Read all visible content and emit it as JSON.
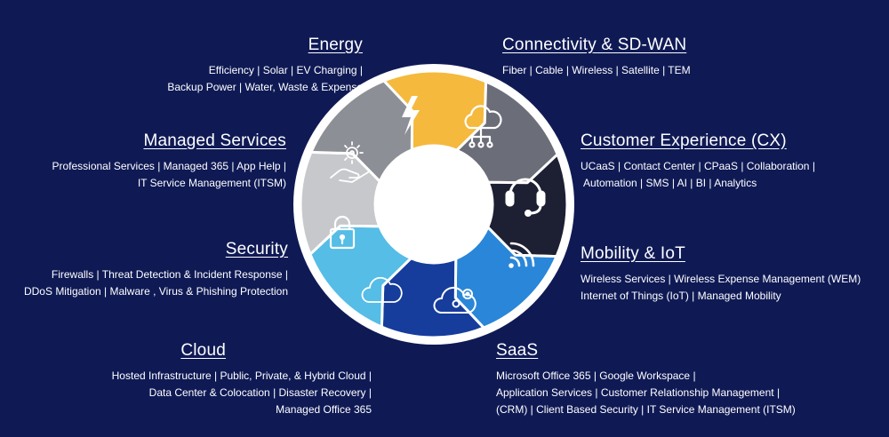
{
  "categories": {
    "energy": {
      "title": "Energy",
      "lines": [
        "Efficiency   |   Solar   |   EV Charging   |",
        "Backup Power   |   Water, Waste & Expense"
      ]
    },
    "connectivity": {
      "title": "Connectivity &  SD-WAN",
      "lines": [
        "Fiber   |   Cable   |   Wireless   |   Satellite   |  TEM"
      ]
    },
    "managed": {
      "title": "Managed Services",
      "lines": [
        "Professional Services   |   Managed 365   |   App Help   |",
        "IT Service Management (ITSM)"
      ]
    },
    "cx": {
      "title": "Customer Experience (CX)",
      "lines": [
        "UCaaS   |  Contact Center   |   CPaaS   | Collaboration   |",
        "Automation  | SMS   |   AI  | BI  | Analytics"
      ]
    },
    "security": {
      "title": "Security",
      "lines": [
        "Firewalls   |   Threat Detection & Incident Response   |",
        "DDoS Mitigation   |   Malware , Virus & Phishing Protection"
      ]
    },
    "mobility": {
      "title": "Mobility & IoT",
      "lines": [
        "Wireless Services   |   Wireless Expense Management (WEM)",
        "Internet of Things (IoT)  | Managed Mobility"
      ]
    },
    "cloud": {
      "title": "Cloud",
      "lines": [
        "Hosted Infrastructure   |   Public, Private, & Hybrid Cloud   |",
        "Data Center & Colocation   |   Disaster Recovery   |",
        "Managed Office 365"
      ]
    },
    "saas": {
      "title": "SaaS",
      "lines": [
        "Microsoft Office 365   |   Google Workspace   |",
        "Application Services   |   Customer Relationship Management   |",
        "(CRM)   | Client Based Security   |   IT Service Management (ITSM)"
      ]
    }
  },
  "wheel": {
    "segments": [
      {
        "name": "energy",
        "color": "#f5b93d",
        "icon": "lightning-icon"
      },
      {
        "name": "connectivity",
        "color": "#6b6e78",
        "icon": "network-cloud-icon"
      },
      {
        "name": "cx",
        "color": "#1d1f33",
        "icon": "headset-icon"
      },
      {
        "name": "mobility",
        "color": "#2a86d8",
        "icon": "wifi-icon"
      },
      {
        "name": "saas",
        "color": "#163c9c",
        "icon": "cloud-gear-icon"
      },
      {
        "name": "cloud",
        "color": "#55bde6",
        "icon": "cloud-icon"
      },
      {
        "name": "security",
        "color": "#c7c8cc",
        "icon": "padlock-icon"
      },
      {
        "name": "managed",
        "color": "#8d8f96",
        "icon": "hand-gear-icon"
      }
    ]
  }
}
